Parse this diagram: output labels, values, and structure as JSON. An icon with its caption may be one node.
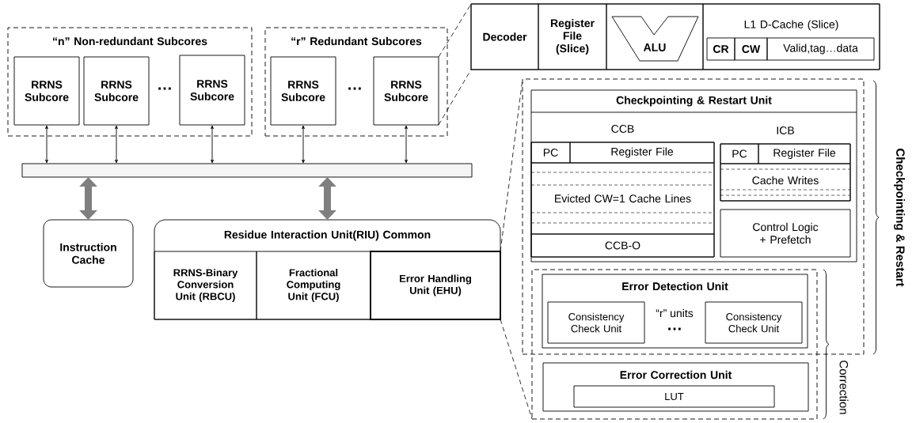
{
  "diagram": {
    "nodes": [
      {
        "text": [
          "“n” Non-redundant Subcores"
        ]
      },
      {
        "text": [
          "RRNS Subcore"
        ],
        "in": 0
      },
      {
        "text": [
          "RRNS Subcore"
        ],
        "in": 0
      },
      {
        "text": [
          "RRNS Subcore"
        ],
        "in": 0
      },
      {
        "text": [
          "“r” Redundant Subcores"
        ]
      },
      {
        "text": [
          "RRNS Subcore"
        ],
        "in": 4
      },
      {
        "text": [
          "RRNS Subcore"
        ],
        "in": 4
      },
      {
        "text": [],
        "shape": "bar"
      },
      {
        "text": [
          "Instruction Cache"
        ]
      },
      {
        "text": [
          "Residue Interaction Unit(RIU) Common"
        ]
      },
      {
        "text": [
          "RRNS-Binary Conversion Unit (RBCU)"
        ],
        "in": 9
      },
      {
        "text": [
          "Fractional Computing Unit (FCU)"
        ],
        "in": 9
      },
      {
        "text": [
          "Error Handling Unit (EHU)"
        ],
        "in": 9
      },
      {
        "text": [],
        "shape": "box"
      },
      {
        "text": [
          "Decoder"
        ],
        "in": 13
      },
      {
        "text": [
          "Register File (Slice)"
        ],
        "in": 13
      },
      {
        "text": [
          "ALU"
        ],
        "in": 13
      },
      {
        "text": [
          "L1 D-Cache (Slice)"
        ],
        "in": 13
      },
      {
        "text": [
          "CR"
        ],
        "in": 17
      },
      {
        "text": [
          "CW"
        ],
        "in": 17
      },
      {
        "text": [
          "Valid,tag…data"
        ],
        "in": 17
      },
      {
        "text": [],
        "shape": "box",
        "beside": [
          "Checkpointing & Restart"
        ]
      },
      {
        "text": [
          "Checkpointing & Restart Unit"
        ],
        "in": 21
      },
      {
        "text": [
          "CCB"
        ],
        "in": 22
      },
      {
        "text": [
          "PC"
        ],
        "in": 23
      },
      {
        "text": [
          "Register File"
        ],
        "in": 23
      },
      {
        "text": [
          "Evicted CW=1 Cache Lines"
        ],
        "in": 23
      },
      {
        "text": [
          "CCB-O"
        ],
        "in": 23
      },
      {
        "text": [
          "ICB"
        ],
        "in": 22
      },
      {
        "text": [
          "PC"
        ],
        "in": 28
      },
      {
        "text": [
          "Register File"
        ],
        "in": 28
      },
      {
        "text": [
          "Cache Writes"
        ],
        "in": 28
      },
      {
        "text": [
          "Control Logic + Prefetch"
        ],
        "in": 22
      },
      {
        "text": [],
        "shape": "box",
        "beside": [
          "Correction"
        ]
      },
      {
        "text": [
          "Error Detection Unit"
        ]
      },
      {
        "text": [
          "Consistency Check Unit"
        ],
        "in": 34
      },
      {
        "text": [
          "Consistency Check Unit"
        ],
        "in": 34
      },
      {
        "text": [
          "Error Correction Unit"
        ],
        "in": 33
      },
      {
        "text": [
          "LUT"
        ],
        "in": 37
      }
    ],
    "edges": [
      {
        "from": 1,
        "to": 7,
        "arrow": "both"
      },
      {
        "from": 2,
        "to": 7,
        "arrow": "both"
      },
      {
        "from": 3,
        "to": 7,
        "arrow": "both"
      },
      {
        "from": 5,
        "to": 7,
        "arrow": "both"
      },
      {
        "from": 6,
        "to": 7,
        "arrow": "both"
      },
      {
        "from": 7,
        "to": 8,
        "arrow": "both",
        "style": "thick",
        "color": "#7f7f7f"
      },
      {
        "from": 7,
        "to": 9,
        "arrow": "both",
        "style": "thick",
        "color": "#7f7f7f"
      },
      {
        "from": 6,
        "to": 13,
        "arrow": "none",
        "style": "dashed"
      },
      {
        "from": 6,
        "to": 13,
        "arrow": "none",
        "style": "dashed"
      },
      {
        "from": 12,
        "to": 21,
        "arrow": "none",
        "style": "dashed"
      },
      {
        "from": 12,
        "to": 33,
        "arrow": "none",
        "style": "dashed"
      }
    ],
    "labels": [
      "…",
      "…",
      "“r” units",
      "…"
    ]
  }
}
